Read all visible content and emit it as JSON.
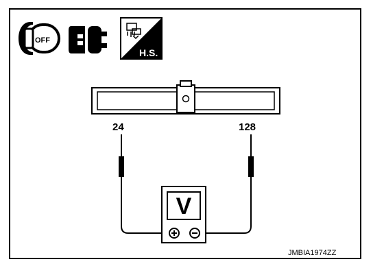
{
  "icons": {
    "ignition_key": {
      "icon": "ignition-key-off-icon",
      "label": "OFF"
    },
    "connector": {
      "icon": "disconnect-connector-icon"
    },
    "harness_side": {
      "icon": "harness-side-icon",
      "label": "H.S."
    }
  },
  "connector": {
    "pin_left": "24",
    "pin_right": "128"
  },
  "voltmeter": {
    "symbol": "V",
    "positive": "⊕",
    "negative": "⊖"
  },
  "figure_code": "JMBIA1974ZZ"
}
